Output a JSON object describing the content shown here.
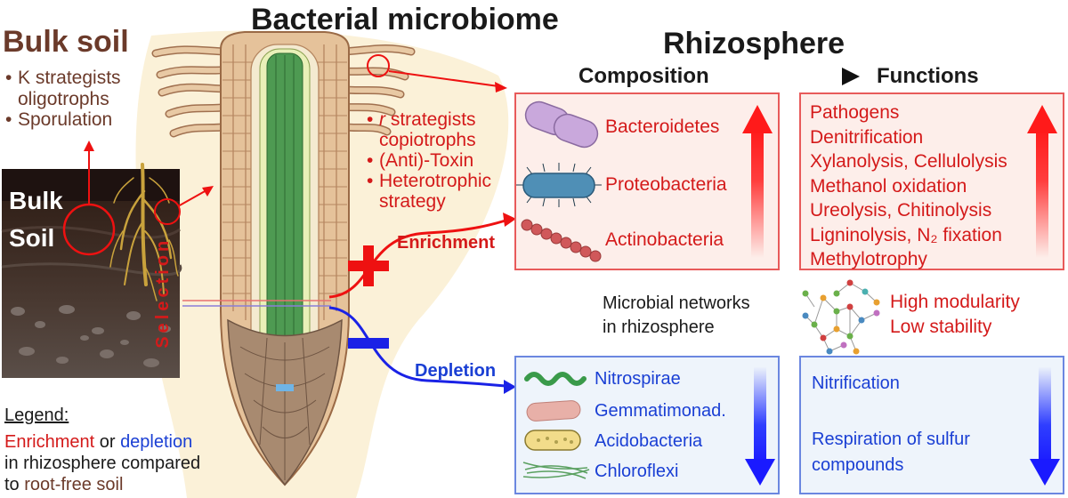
{
  "title": "Bacterial microbiome",
  "bulk_soil": {
    "title": "Bulk soil",
    "traits": [
      "K strategists oligotrophs",
      "Sporulation"
    ],
    "traits_lines": [
      [
        "K strategists",
        "oligotrophs"
      ],
      [
        "Sporulation"
      ]
    ],
    "image_label_1": "Bulk",
    "image_label_2": "Soil"
  },
  "root_traits": {
    "lines": [
      [
        "r",
        " strategists"
      ],
      [
        "copiotrophs"
      ],
      [
        "(Anti)-Toxin"
      ],
      [
        "Heterotrophic"
      ],
      [
        "strategy"
      ]
    ]
  },
  "selection_label": "Selection",
  "enrichment": {
    "sign": "+",
    "label": "Enrichment"
  },
  "depletion": {
    "sign": "−",
    "label": "Depletion"
  },
  "rhizosphere": {
    "title": "Rhizosphere",
    "composition_label": "Composition",
    "functions_label": "Functions"
  },
  "enriched_taxa": [
    "Bacteroidetes",
    "Proteobacteria",
    "Actinobacteria"
  ],
  "enriched_functions": [
    "Pathogens",
    "Denitrification",
    "Xylanolysis, Cellulolysis",
    "Methanol oxidation",
    "Ureolysis, Chitinolysis",
    "Ligninolysis, N₂ fixation",
    "Methylotrophy"
  ],
  "networks": {
    "label_line1": "Microbial networks",
    "label_line2": "in rhizosphere",
    "property1": "High modularity",
    "property2": "Low stability"
  },
  "depleted_taxa": [
    "Nitrospirae",
    "Gemmatimonad.",
    "Acidobacteria",
    "Chloroflexi"
  ],
  "depleted_functions": [
    "Nitrification",
    "Respiration of sulfur",
    "compounds"
  ],
  "legend": {
    "title": "Legend:",
    "enrichment_word": "Enrichment",
    "or_word": " or ",
    "depletion_word": "depletion",
    "line2": "in rhizosphere compared",
    "line3_prefix": "to ",
    "line3_colored": "root-free soil"
  },
  "colors": {
    "enrichment": "#d41a1a",
    "depletion": "#1a3fd4",
    "bulk_soil": "#6b3a2a"
  }
}
